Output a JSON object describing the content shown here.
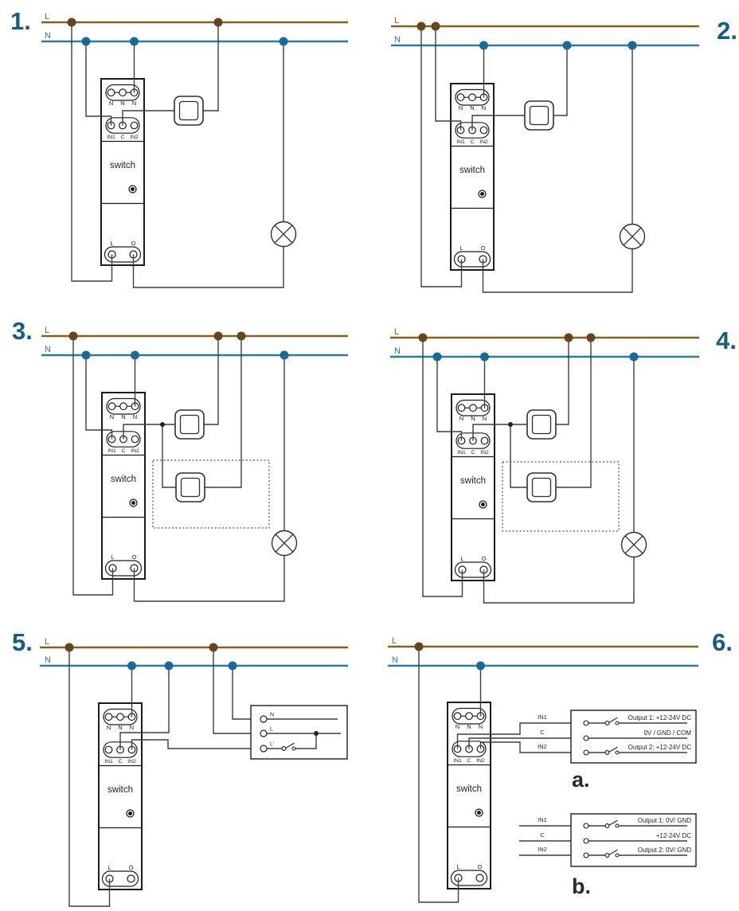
{
  "colors": {
    "live_line": "#85601f",
    "live_dot": "#6b431a",
    "neutral_line": "#2a7aa3",
    "neutral_dot": "#176b96",
    "wire": "#3d3d3d",
    "outline": "#1c1c1c",
    "number": "#155e80",
    "caption": "#2a2a2a",
    "background": "#ffffff"
  },
  "bus": {
    "live_label": "L",
    "neutral_label": "N"
  },
  "module": {
    "name": "switch",
    "top_terminals": [
      "N",
      "N",
      "N"
    ],
    "input_terminals": [
      "IN1",
      "C",
      "IN2"
    ],
    "output_terminals": [
      "L",
      "O"
    ]
  },
  "diagrams": [
    {
      "number": "1."
    },
    {
      "number": "2."
    },
    {
      "number": "3."
    },
    {
      "number": "4."
    },
    {
      "number": "5."
    },
    {
      "number": "6."
    }
  ],
  "junction_box": {
    "terminals": [
      "N",
      "L",
      "L'"
    ]
  },
  "dc_box_a": {
    "caption": "a.",
    "input_labels": [
      "IN1",
      "C",
      "IN2"
    ],
    "row_labels": [
      "Output 1: +12-24V DC",
      "0V / GND / COM",
      "Output 2: +12-24V DC"
    ]
  },
  "dc_box_b": {
    "caption": "b.",
    "input_labels": [
      "IN1",
      "C",
      "IN2"
    ],
    "row_labels": [
      "Output 1: 0V/ GND",
      "+12-24V DC",
      "Output 2: 0V/ GND"
    ]
  }
}
